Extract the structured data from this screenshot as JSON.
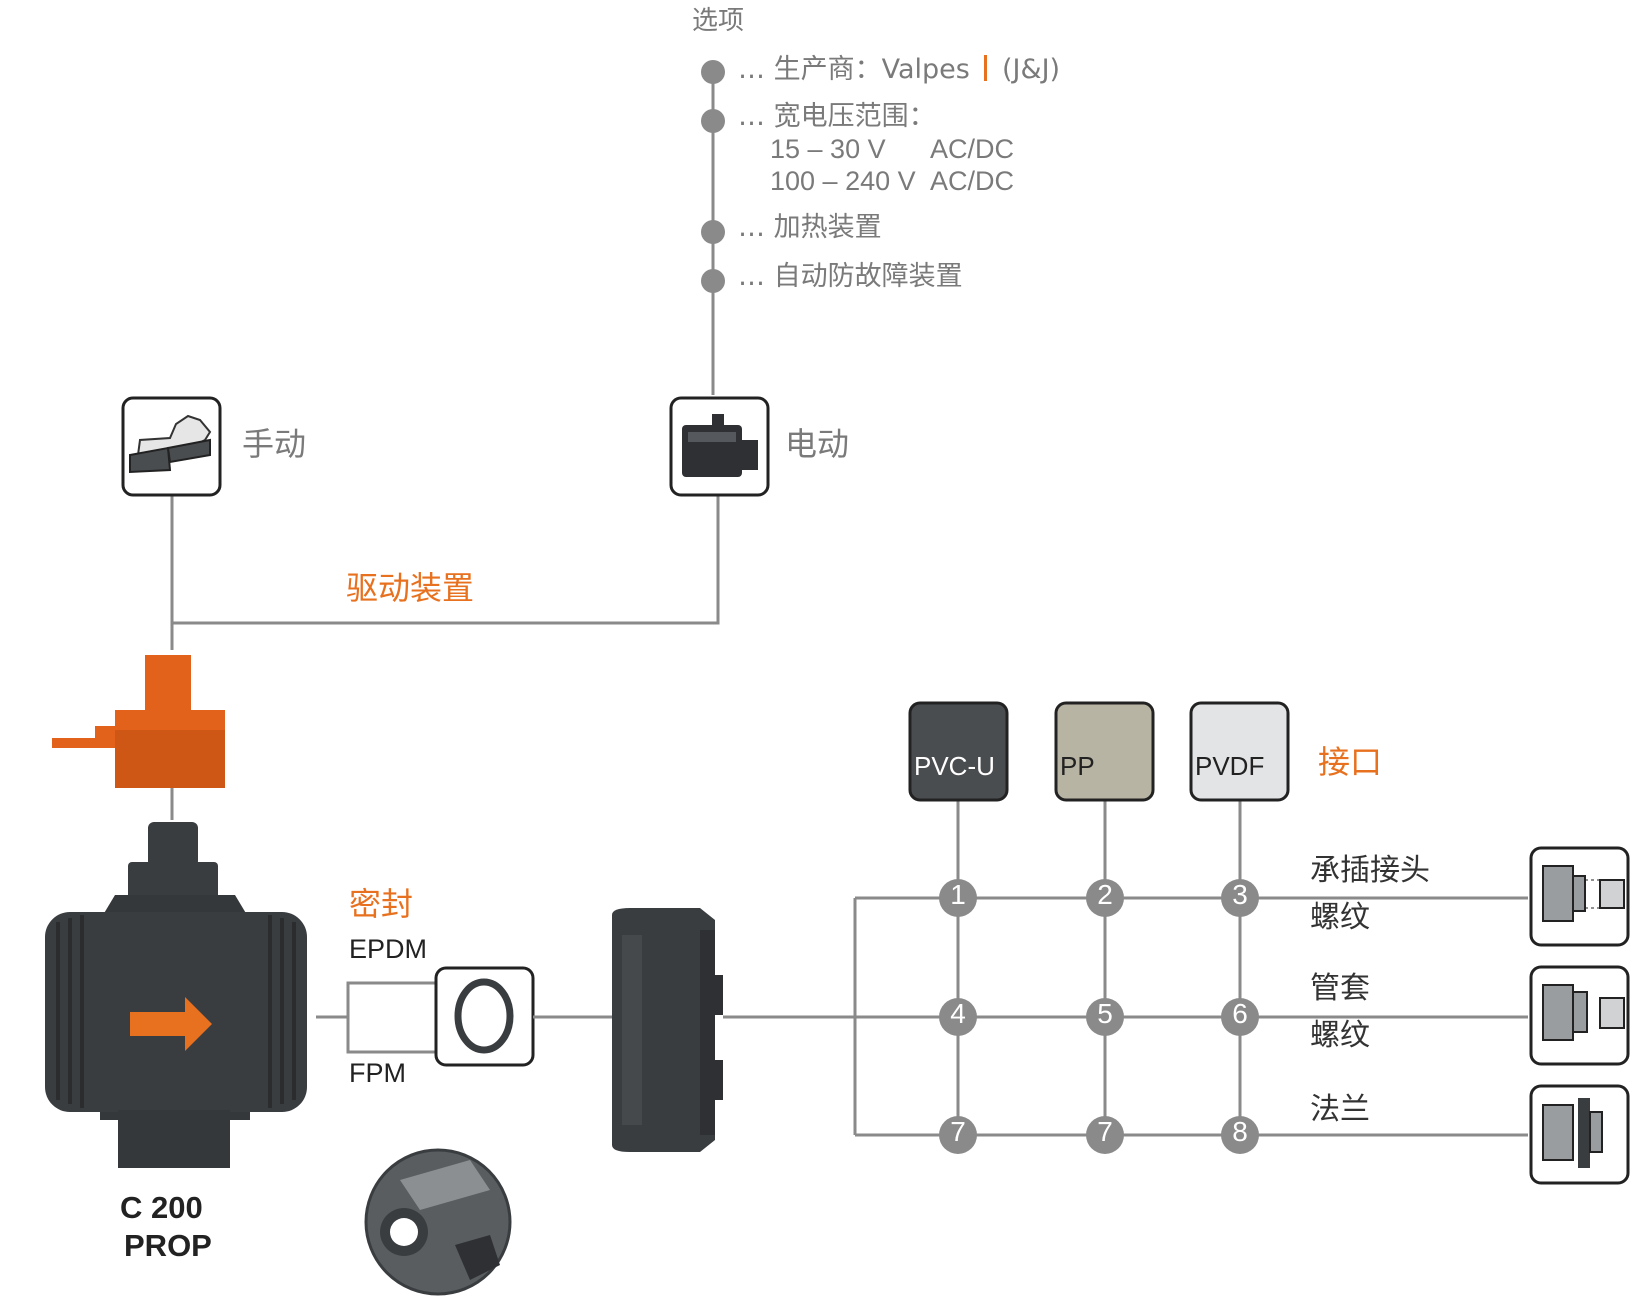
{
  "options": {
    "heading": "选项",
    "manufacturer_prefix": "… 生产商：Valpes",
    "manufacturer_suffix": "(J&J)",
    "voltage_title": "… 宽电压范围：",
    "voltage_row1_range": "15 – 30 V",
    "voltage_row1_type": "AC/DC",
    "voltage_row2_range": "100 – 240 V",
    "voltage_row2_type": "AC/DC",
    "heating": "… 加热装置",
    "failsafe": "… 自动防故障装置"
  },
  "actuation": {
    "title": "驱动装置",
    "manual_label": "手动",
    "electric_label": "电动"
  },
  "valve": {
    "model_line1": "C 200",
    "model_line2": "PROP"
  },
  "seal": {
    "title": "密封",
    "option1": "EPDM",
    "option2": "FPM"
  },
  "connection": {
    "title": "接口",
    "materials": [
      {
        "label": "PVC-U",
        "color": "#4a4d50",
        "text_color": "#ffffff"
      },
      {
        "label": "PP",
        "color": "#b8b4a4",
        "text_color": "#222222"
      },
      {
        "label": "PVDF",
        "color": "#e3e4e6",
        "text_color": "#222222"
      }
    ],
    "rows": [
      {
        "line1": "承插接头",
        "line2": "螺纹",
        "numbers": [
          "1",
          "2",
          "3"
        ]
      },
      {
        "line1": "管套",
        "line2": "螺纹",
        "numbers": [
          "4",
          "5",
          "6"
        ]
      },
      {
        "line1": "法兰",
        "line2": "",
        "numbers": [
          "7",
          "7",
          "8"
        ]
      }
    ]
  },
  "colors": {
    "accent": "#e8711f",
    "line": "#8a8a8a",
    "node": "#8a8a8a",
    "valve_body": "#3a3d40"
  }
}
